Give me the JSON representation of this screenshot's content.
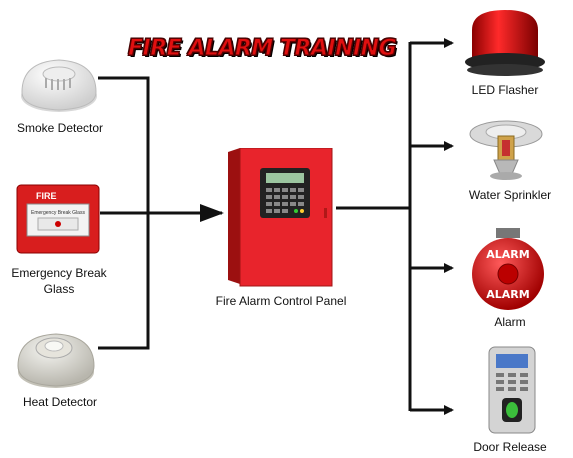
{
  "title": "FIRE ALARM TRAINING",
  "inputs": {
    "smoke_detector": "Smoke Detector",
    "break_glass_line1": "Emergency Break",
    "break_glass_line2": "Glass",
    "heat_detector": "Heat Detector"
  },
  "panel": {
    "label": "Fire Alarm Control Panel"
  },
  "outputs": {
    "led_flasher": "LED Flasher",
    "water_sprinkler": "Water Sprinkler",
    "alarm": "Alarm",
    "door_release": "Door Release"
  },
  "device_text": {
    "break_glass_fire": "FIRE",
    "break_glass_small": "Emergency Break Glass",
    "alarm_bell_top": "ALARM",
    "alarm_bell_bottom": "ALARM"
  },
  "colors": {
    "title_red": "#e01010",
    "panel_red": "#e8242c",
    "wire": "#111111"
  }
}
